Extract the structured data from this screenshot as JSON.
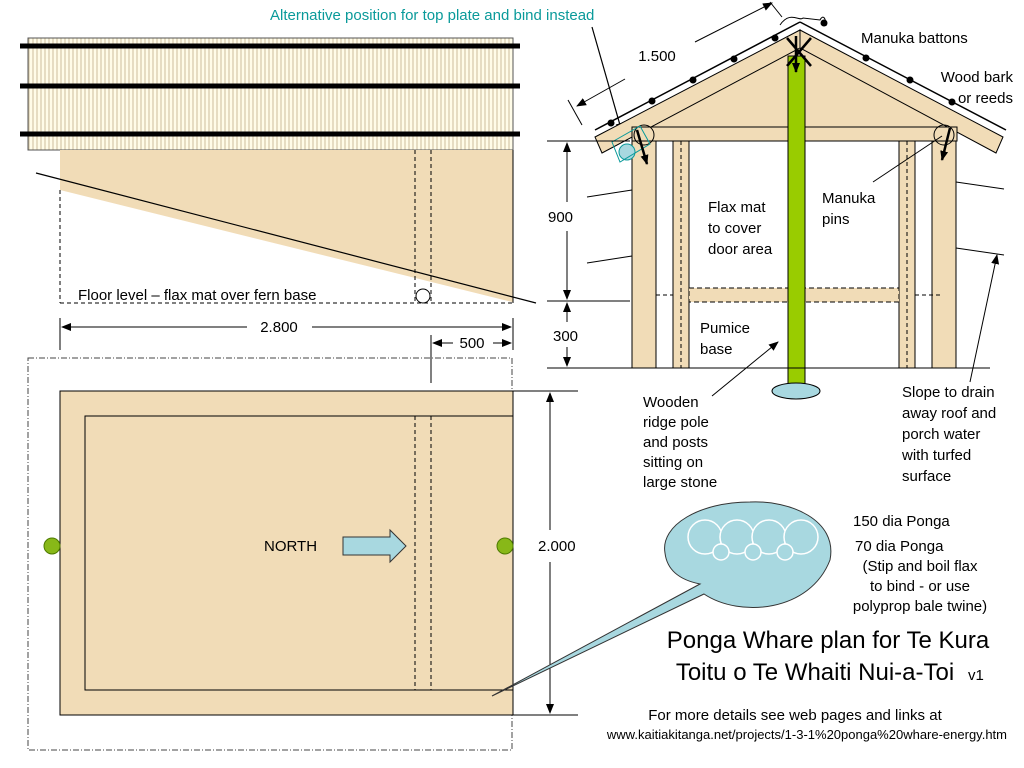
{
  "side_view": {
    "caption": "Alternative position for top plate and bind instead",
    "floor_note": "Floor level – flax mat over fern base",
    "width_dim": "2.800",
    "offset_dim": "500"
  },
  "plan_view": {
    "north_label": "NORTH",
    "depth_dim": "2.000"
  },
  "elevation": {
    "rafter_dim": "1.500",
    "wall_dim": "900",
    "base_dim": "300",
    "labels": {
      "manuka_battons": "Manuka battons",
      "wood_bark": [
        "Wood bark",
        "or reeds"
      ],
      "manuka_pins": [
        "Manuka",
        "pins"
      ],
      "flax_mat": [
        "Flax mat",
        "to cover",
        "door area"
      ],
      "pumice": [
        "Pumice",
        "base"
      ],
      "ridge_pole": [
        "Wooden",
        "ridge pole",
        "and posts",
        "sitting on",
        "large stone"
      ],
      "slope": [
        "Slope to drain",
        "away roof and",
        "porch water",
        "with turfed",
        "surface"
      ]
    }
  },
  "ponga_key": {
    "large": "150 dia Ponga",
    "small": "70 dia Ponga",
    "note": [
      "(Stip and boil flax",
      "to bind - or use",
      "polyprop bale twine)"
    ]
  },
  "title": {
    "line1": "Ponga Whare plan for Te Kura",
    "line2": "Toitu o Te Whaiti Nui-a-Toi",
    "version": "v1"
  },
  "footer": {
    "line1": "For more details see web pages and links at",
    "url": "www.kaitiakitanga.net/projects/1-3-1%20ponga%20whare-energy.htm"
  },
  "colors": {
    "wood": "#f1dcb7",
    "pole": "#99cc00",
    "water": "#a8d8e0",
    "caption_teal": "#0a9a9a",
    "post_green": "#88b818"
  }
}
